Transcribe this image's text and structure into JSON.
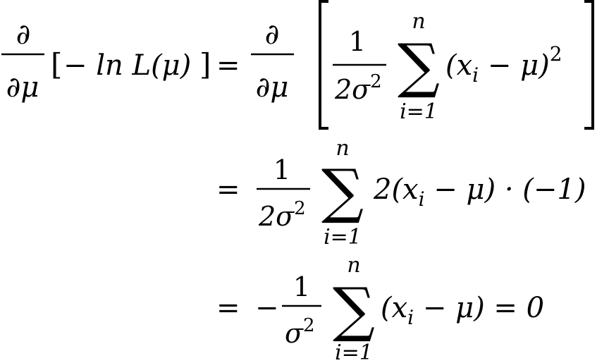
{
  "equation": {
    "lhs": {
      "partial": "∂",
      "partial_mu": "∂μ",
      "bracket_open": "[",
      "expr": "− ln L(μ)",
      "bracket_close": "]"
    },
    "line1": {
      "eq": "=",
      "partial": "∂",
      "partial_mu": "∂μ",
      "frac_num": "1",
      "frac_den_a": "2σ",
      "frac_den_exp": "2",
      "sum_upper": "n",
      "sum_sym": "∑",
      "sum_lower": "i=1",
      "body": "(x",
      "body_sub": "i",
      "body_rest": " − μ)",
      "body_exp": "2"
    },
    "line2": {
      "eq": "=",
      "frac_num": "1",
      "frac_den_a": "2σ",
      "frac_den_exp": "2",
      "sum_upper": "n",
      "sum_sym": "∑",
      "sum_lower": "i=1",
      "body": "2(x",
      "body_sub": "i",
      "body_rest": " − μ) · (−1)"
    },
    "line3": {
      "eq": "=",
      "minus": "−",
      "frac_num": "1",
      "frac_den_a": "σ",
      "frac_den_exp": "2",
      "sum_upper": "n",
      "sum_sym": "∑",
      "sum_lower": "i=1",
      "body": "(x",
      "body_sub": "i",
      "body_rest": " − μ) = 0"
    }
  }
}
